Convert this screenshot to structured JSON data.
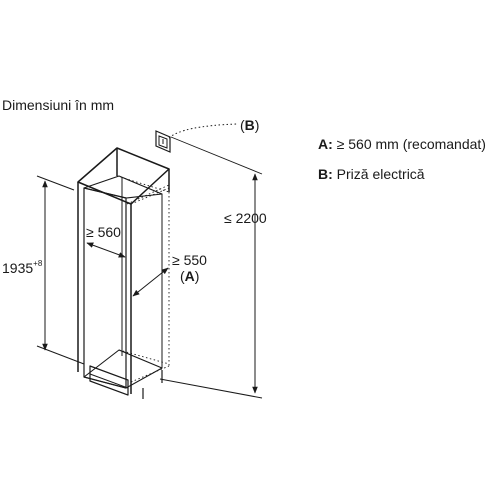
{
  "title": "Dimensiuni în mm",
  "legend": [
    {
      "key": "A:",
      "text": "≥ 560 mm (recomandat)"
    },
    {
      "key": "B:",
      "text": "Priză electrică"
    }
  ],
  "callout_b": {
    "open": "(",
    "key": "B",
    "close": ")"
  },
  "dims": {
    "height": {
      "value": "1935",
      "tolerance": "+8"
    },
    "total_height": "≤ 2200",
    "depth": "≥ 560",
    "width": "≥ 550",
    "width_ref": {
      "open": "(",
      "key": "A",
      "close": ")"
    }
  }
}
